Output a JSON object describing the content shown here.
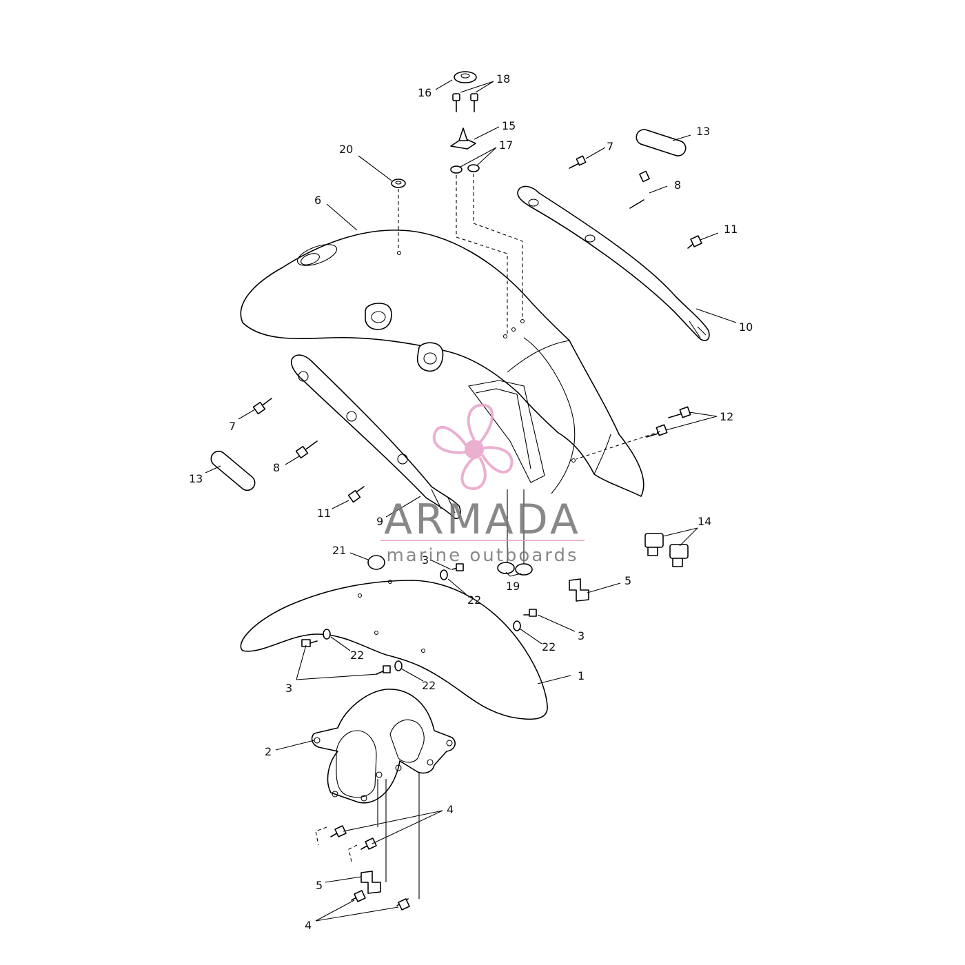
{
  "callouts": [
    {
      "id": "c16",
      "label": "16"
    },
    {
      "id": "c18",
      "label": "18"
    },
    {
      "id": "c15",
      "label": "15"
    },
    {
      "id": "c17",
      "label": "17"
    },
    {
      "id": "c20",
      "label": "20"
    },
    {
      "id": "c6",
      "label": "6"
    },
    {
      "id": "c7a",
      "label": "7"
    },
    {
      "id": "c13a",
      "label": "13"
    },
    {
      "id": "c8a",
      "label": "8"
    },
    {
      "id": "c11a",
      "label": "11"
    },
    {
      "id": "c10",
      "label": "10"
    },
    {
      "id": "c12",
      "label": "12"
    },
    {
      "id": "c7b",
      "label": "7"
    },
    {
      "id": "c8b",
      "label": "8"
    },
    {
      "id": "c13b",
      "label": "13"
    },
    {
      "id": "c11b",
      "label": "11"
    },
    {
      "id": "c9",
      "label": "9"
    },
    {
      "id": "c14",
      "label": "14"
    },
    {
      "id": "c21",
      "label": "21"
    },
    {
      "id": "c3a",
      "label": "3"
    },
    {
      "id": "c22a",
      "label": "22"
    },
    {
      "id": "c19",
      "label": "19"
    },
    {
      "id": "c5a",
      "label": "5"
    },
    {
      "id": "c3b",
      "label": "3"
    },
    {
      "id": "c22b",
      "label": "22"
    },
    {
      "id": "c22c",
      "label": "22"
    },
    {
      "id": "c22d",
      "label": "22"
    },
    {
      "id": "c3c",
      "label": "3"
    },
    {
      "id": "c1",
      "label": "1"
    },
    {
      "id": "c2",
      "label": "2"
    },
    {
      "id": "c4a",
      "label": "4"
    },
    {
      "id": "c5b",
      "label": "5"
    },
    {
      "id": "c4b",
      "label": "4"
    }
  ],
  "watermark": {
    "brand": "ARMADA",
    "tagline": "marine outboards",
    "logo_color": "#e8a2c8",
    "text_color": "#747474"
  }
}
